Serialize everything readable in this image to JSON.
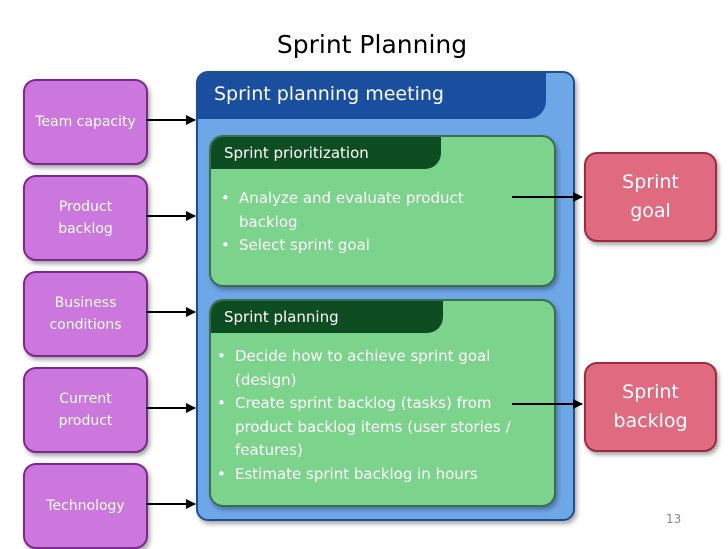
{
  "title": "Sprint Planning",
  "inputs": [
    {
      "label": "Team capacity"
    },
    {
      "label": "Product\nbacklog"
    },
    {
      "label": "Business\nconditions"
    },
    {
      "label": "Current\nproduct"
    },
    {
      "label": "Technology"
    }
  ],
  "meeting": {
    "title": "Sprint planning meeting",
    "prioritization": {
      "title": "Sprint prioritization",
      "bullets": [
        "Analyze and evaluate product backlog",
        "Select sprint goal"
      ]
    },
    "planning": {
      "title": "Sprint planning",
      "bullets": [
        "Decide how to achieve sprint goal (design)",
        "Create sprint backlog (tasks) from product backlog items (user stories / features)",
        "Estimate sprint backlog in hours"
      ]
    }
  },
  "outputs": [
    {
      "label": "Sprint\ngoal"
    },
    {
      "label": "Sprint\nbacklog"
    }
  ],
  "page_number": "13",
  "colors": {
    "input_fill": "#cc77dd",
    "output_fill": "#e06a80",
    "meeting_fill": "#6ea7e8",
    "meeting_header": "#1a4fa0",
    "inner_fill": "#7cd48c",
    "inner_header": "#0e4d22"
  }
}
